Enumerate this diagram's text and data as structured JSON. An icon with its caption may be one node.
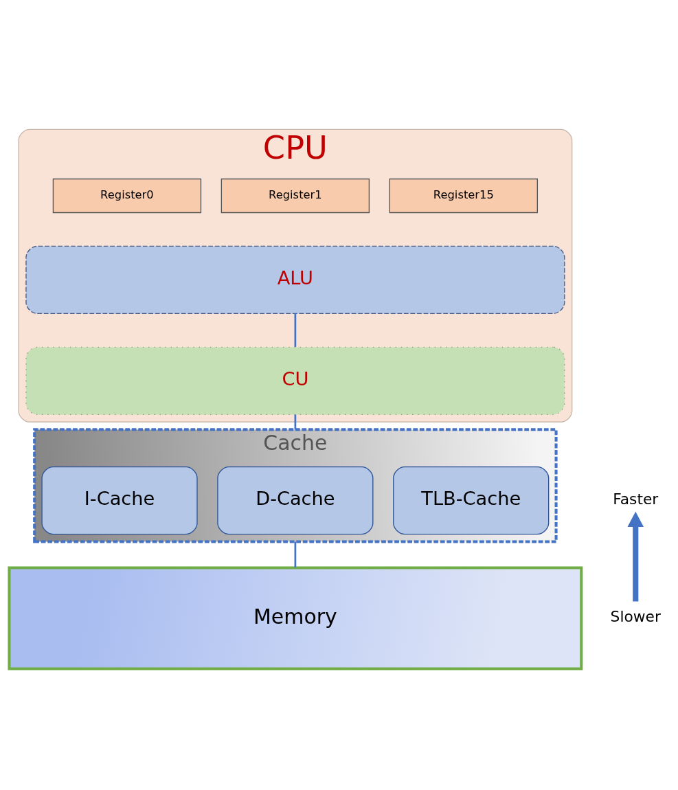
{
  "diagram": {
    "nodes": [
      {
        "text": [
          "CPU"
        ]
      },
      {
        "text": [
          "Register0"
        ],
        "in": 0
      },
      {
        "text": [
          "Register1"
        ],
        "in": 0
      },
      {
        "text": [
          "Register15"
        ],
        "in": 0
      },
      {
        "text": [
          "ALU"
        ],
        "in": 0
      },
      {
        "text": [
          "CU"
        ],
        "in": 0
      },
      {
        "text": [
          "Cache"
        ]
      },
      {
        "text": [
          "I-Cache"
        ],
        "in": 6
      },
      {
        "text": [
          "D-Cache"
        ],
        "in": 6
      },
      {
        "text": [
          "TLB-Cache"
        ],
        "in": 6
      },
      {
        "text": [
          "Memory"
        ]
      }
    ],
    "edges": [
      {
        "from": 4,
        "to": 5,
        "arrow": "none"
      },
      {
        "from": 5,
        "to": 6,
        "arrow": "none"
      },
      {
        "from": 6,
        "to": 10,
        "arrow": "none"
      }
    ],
    "labels": [
      "Faster",
      "Slower"
    ]
  }
}
